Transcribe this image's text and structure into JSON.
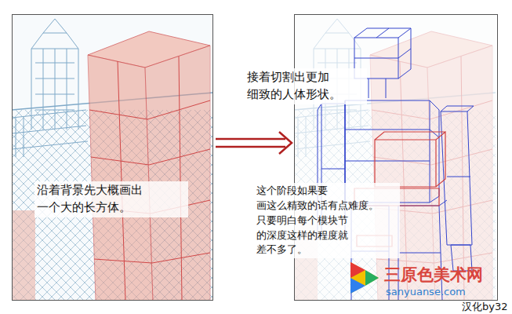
{
  "diagram": {
    "nodes": [
      {
        "text": [
          "沿着背景先大概画出 一个大的长方体。"
        ]
      },
      {
        "text": [
          "接着切割出更加 细致的人体形状。",
          "这个阶段如果要 画这么精致的话有点难度。 只要明白每个模块节 的深度这样的程度就 差不多了。"
        ]
      }
    ],
    "edges": [
      {
        "from": 0,
        "to": 1,
        "arrow": "to"
      }
    ],
    "labels": [
      "三原色美术网",
      "sanyuanse.com",
      "汉化by32"
    ]
  }
}
